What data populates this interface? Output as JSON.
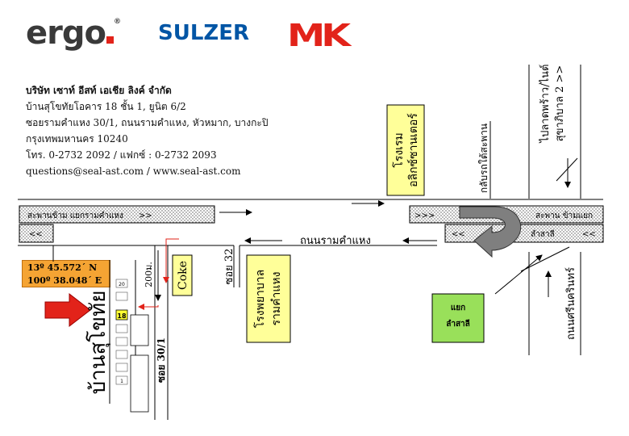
{
  "logos": {
    "ergo": "ergo",
    "ergo_reg": "®",
    "sulzer": "SULZER",
    "mk": "MK"
  },
  "address": {
    "company": "บริษัท เซาท์ อีสท์ เอเชีย ลิงค์ จำกัด",
    "line1": "บ้านสุโขทัยโอคาร 18 ชั้น 1, ยูนิต 6/2",
    "line2": "ซอยรามคำแหง 30/1, ถนนรามคำแหง, หัวหมาก, บางกะปิ",
    "line3": "กรุงเทพมหานคร 10240",
    "phone": "โทร. 0-2732 2092   /   แฟกซ์ : 0-2732 2093",
    "web": "questions@seal-ast.com   /   www.seal-ast.com"
  },
  "coordinates": {
    "lat": "13º 45.572´ N",
    "lon": "100º 38.048´ E"
  },
  "labels": {
    "cinema": "โรงเรม\nอลิกซ์ซานเตอร์",
    "under_bridge_uturn": "กลับรถใต้สะพาน",
    "to_pattanakarn": "ไปลาดพร้าว/ไนต์\nสุขาภิบาล 2 >>",
    "bridge_left": "สะพานข้าม แยกรามคำแหง",
    "bridge_left_arrows": ">>",
    "bridge_left_back": "<<",
    "bridge_right_fwd": ">>>",
    "bridge_right_name": "สะพาน ข้ามแยก",
    "bridge_right_sub": "ลำสาลี",
    "bridge_right_back": "<<",
    "bridge_right_back2": "<<",
    "main_road": "ถนนรามคำแหง",
    "soi32": "ซอย 32",
    "distance": "200ม.",
    "coke": "Coke",
    "hospital": "โรงพยาบาล\nรามคำแหง",
    "lamsalee_junction": "แยก\nลำสาลี",
    "sri_nakarin": "ถนนศรีนครินทร์",
    "building": "บ้านสุโขทัย",
    "soi30_1": "ซอย 30/1",
    "bldg_no_20": "20",
    "bldg_no_18": "18",
    "bldg_no_1": "1"
  },
  "colors": {
    "yellow_box": "#ffff99",
    "green_box": "#99e05a",
    "orange_box": "#f5a433",
    "arrow_red": "#e2231a",
    "uturn_gray": "#7f7f7f"
  }
}
